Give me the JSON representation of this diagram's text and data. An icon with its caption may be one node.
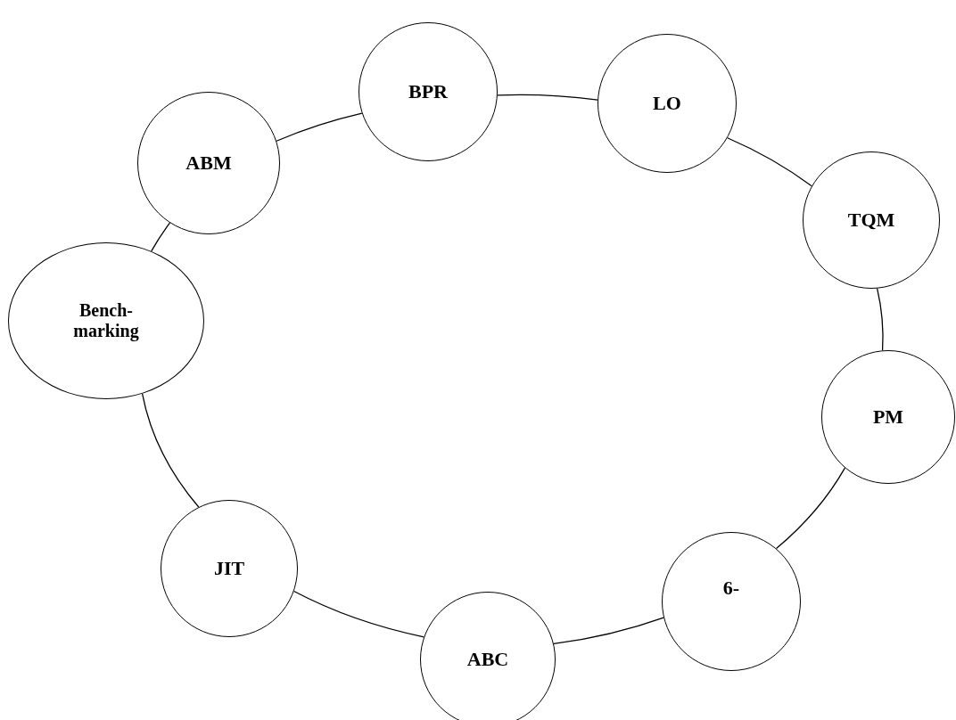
{
  "diagram": {
    "nodes": [
      {
        "text": [
          "ABM"
        ]
      },
      {
        "text": [
          "BPR"
        ]
      },
      {
        "text": [
          "LO"
        ]
      },
      {
        "text": [
          "TQM"
        ]
      },
      {
        "text": [
          "PM"
        ]
      },
      {
        "text": [
          "6-"
        ]
      },
      {
        "text": [
          "ABC"
        ]
      },
      {
        "text": [
          "JIT"
        ]
      },
      {
        "text": [
          "Bench- marking"
        ]
      }
    ],
    "edges": [
      {
        "from": 0,
        "to": 1,
        "arrow": "none"
      },
      {
        "from": 1,
        "to": 2,
        "arrow": "none"
      },
      {
        "from": 2,
        "to": 3,
        "arrow": "none"
      },
      {
        "from": 3,
        "to": 4,
        "arrow": "none"
      },
      {
        "from": 4,
        "to": 5,
        "arrow": "none"
      },
      {
        "from": 5,
        "to": 6,
        "arrow": "none"
      },
      {
        "from": 6,
        "to": 7,
        "arrow": "none"
      },
      {
        "from": 7,
        "to": 8,
        "arrow": "none"
      },
      {
        "from": 8,
        "to": 0,
        "arrow": "none"
      }
    ]
  }
}
